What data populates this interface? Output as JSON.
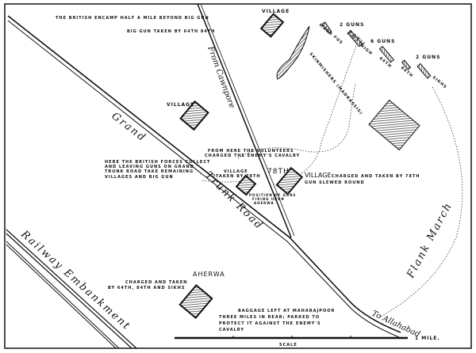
{
  "map": {
    "encamp_note": "THE BRITISH ENCAMP HALF A MILE BEYOND BIG GUN",
    "big_gun_note": "BIG GUN TAKEN BY 64TH 84TH",
    "village_top": "VILLAGE",
    "village_left": "VILLAGE",
    "from_cawnpore": "From Cawnpore",
    "grand": "Grand",
    "trunk_road": "Trunk Road",
    "guns_2a": "2 GUNS",
    "guns_6": "6 GUNS",
    "guns_2b": "2 GUNS",
    "madras_fus": "MADR FUS",
    "r78": "78TH",
    "high": "HIGH",
    "r64": "64TH",
    "r84": "84TH",
    "sikhs": "SIKHS",
    "skirmishers": "SKIRMISHERS (MADRASSIS)",
    "volunteers_note": [
      "FROM HERE THE VOLUNTEERS",
      "CHARGED THE ENEMY'S CAVALRY"
    ],
    "collect_note": [
      "HERE THE BRITISH FORCES COLLECT",
      "AND LEAVING GUNS ON GRAND",
      "TRUNK ROAD TAKE REMAINING",
      "VILLAGES AND BIG GUN"
    ],
    "village_small": [
      "VILLAGE",
      "TAKEN BY 78TH"
    ],
    "r78_mid": "78TH",
    "village_charged": "VILLAGE",
    "village_charged_note": "CHARGED AND TAKEN BY 78TH",
    "gun_slewed": "GUN SLEWED ROUND",
    "gun_position": [
      "POSITION OF GUNS",
      "FIRING UPON",
      "AHERWA"
    ],
    "railway": "Railway Embankment",
    "aherwa": "AHERWA",
    "aherwa_note": [
      "CHARGED AND TAKEN",
      "BY 64TH, 84TH AND SIKHS"
    ],
    "baggage_note": [
      "BAGGAGE LEFT AT MAHARAJPOOR",
      "THREE MILES IN REAR; PARKED TO",
      "PROTECT IT AGAINST THE ENEMY'S",
      "CAVALRY"
    ],
    "to_allahabad": "To Allahabad",
    "flank_march": "Flank March",
    "scale_label": "SCALE",
    "scale_unit": "1 MILE."
  }
}
